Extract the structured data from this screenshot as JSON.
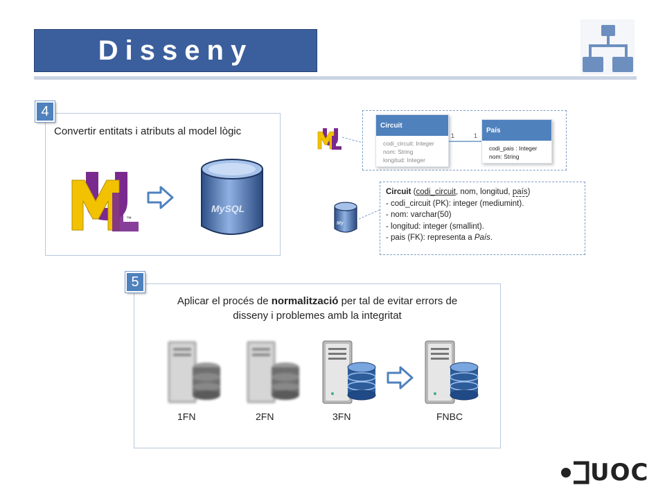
{
  "title": "Disseny",
  "step4": {
    "badge": "4",
    "heading": "Convertir entitats i atributs al model lògic",
    "uml_logo_text": "UML",
    "uml_tm": "™",
    "mysql_text": "MySQL"
  },
  "uml_diagram": {
    "class_a": {
      "name": "Circuit",
      "attributes": [
        "codi_circuit: Integer",
        "nom: String",
        "longitud: Integer"
      ]
    },
    "class_b": {
      "name": "País",
      "attributes": [
        "codi_pais : Integer",
        "nom: String"
      ]
    },
    "mult_left": "1",
    "mult_right": "1"
  },
  "schema": {
    "table": "Circuit",
    "open": " (",
    "pk_field": "codi_circuit",
    "middle": ", nom, longitud, ",
    "fk_field": "país",
    "close": ")",
    "lines": [
      "- codi_circuit (PK): integer (mediumint).",
      "- nom: varchar(50)",
      "- longitud: integer (smallint)."
    ],
    "fk_line_prefix": "- pais (FK): representa a ",
    "fk_line_ref": "País",
    "fk_line_suffix": "."
  },
  "step5": {
    "badge": "5",
    "text_before": "Aplicar el procés de ",
    "text_bold": "normalització",
    "text_after": " per tal de evitar errors de",
    "text_line2": "disseny i problemes amb la integritat",
    "forms": [
      "1FN",
      "2FN",
      "3FN",
      "FNBC"
    ]
  },
  "logo": {
    "text": "UOC"
  },
  "colors": {
    "title_bg": "#3b5f9d",
    "accent": "#4f81bd",
    "panel_border": "#b8c8de"
  }
}
